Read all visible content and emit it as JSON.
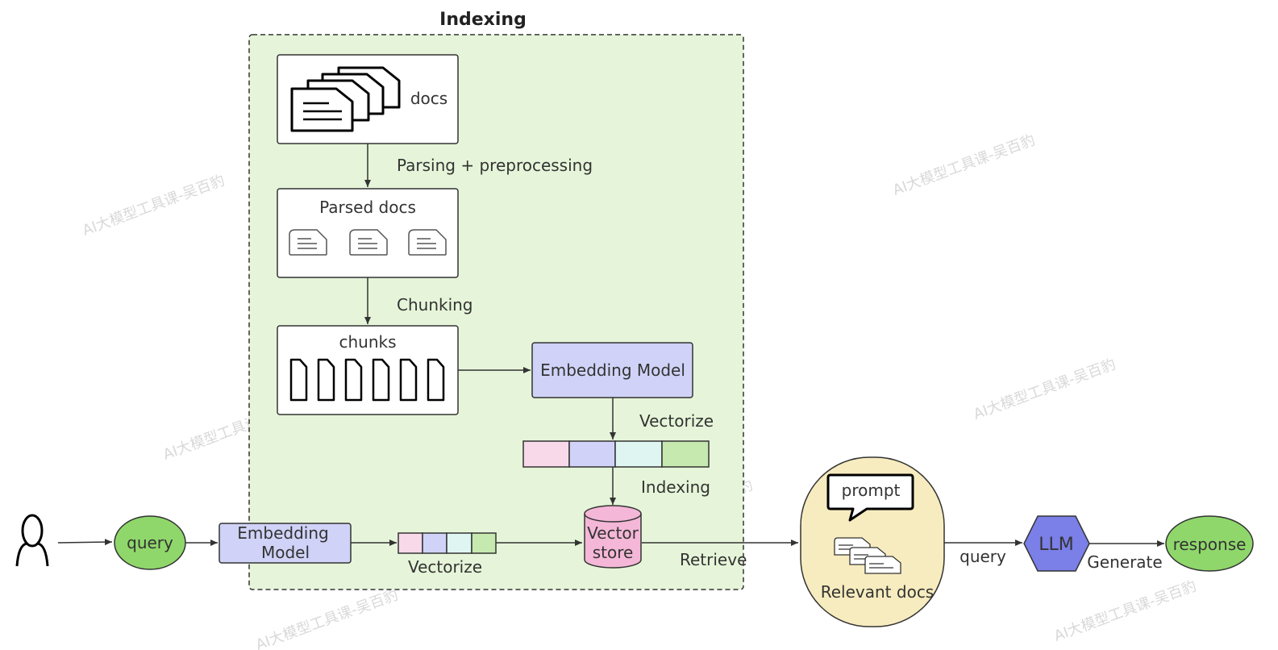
{
  "indexing_group": {
    "title": "Indexing"
  },
  "nodes": {
    "docs": "docs",
    "parsed_docs": "Parsed docs",
    "chunks": "chunks",
    "embedding_model_index": "Embedding Model",
    "embedding_model_query_line1": "Embedding",
    "embedding_model_query_line2": "Model",
    "vector_store_line1": "Vector",
    "vector_store_line2": "store",
    "query": "query",
    "prompt": "prompt",
    "relevant_docs": "Relevant docs",
    "llm": "LLM",
    "response": "response"
  },
  "edges": {
    "parsing": "Parsing + preprocessing",
    "chunking": "Chunking",
    "vectorize_index": "Vectorize",
    "indexing": "Indexing",
    "vectorize_query": "Vectorize",
    "retrieve": "Retrieve",
    "query_to_llm": "query",
    "generate": "Generate"
  },
  "watermark": "AI大模型工具课-吴百豹",
  "colors": {
    "group_fill": "#e6f5d9",
    "embedding_fill": "#d0d3f7",
    "vector_store_fill": "#f4b7d7",
    "query_fill": "#8fd76b",
    "response_fill": "#8fd76b",
    "prompt_zone_fill": "#f7ecbf",
    "llm_fill": "#7b7fe8",
    "vector_seg1": "#f7d9ea",
    "vector_seg2": "#d0d3f7",
    "vector_seg3": "#dff5f2",
    "vector_seg4": "#c6e9b0"
  }
}
